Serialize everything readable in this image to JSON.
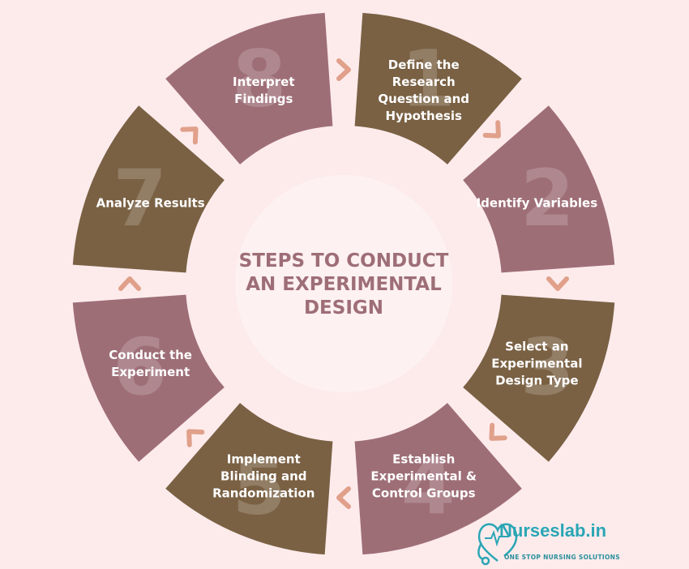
{
  "title": {
    "line1": "STEPS TO CONDUCT",
    "line2": "AN EXPERIMENTAL",
    "line3": "DESIGN"
  },
  "steps": [
    {
      "number": "1",
      "label": "Define the Research Question and Hypothesis",
      "color": "#7a6144"
    },
    {
      "number": "2",
      "label": "Identify Variables",
      "color": "#9e6e77"
    },
    {
      "number": "3",
      "label": "Select an Experimental Design Type",
      "color": "#7a6144"
    },
    {
      "number": "4",
      "label": "Establish Experimental & Control Groups",
      "color": "#9e6e77"
    },
    {
      "number": "5",
      "label": "Implement Blinding and Randomization",
      "color": "#7a6144"
    },
    {
      "number": "6",
      "label": "Conduct the Experiment",
      "color": "#9e6e77"
    },
    {
      "number": "7",
      "label": "Analyze Results",
      "color": "#7a6144"
    },
    {
      "number": "8",
      "label": "Interpret Findings",
      "color": "#9e6e77"
    }
  ],
  "colors": {
    "background": "#fdebec",
    "center": "#fdf1f1",
    "arrow": "#e0a08a",
    "title": "#9e6e77",
    "brand": "#2aa6b5"
  },
  "logo": {
    "name": "Nurseslab.in",
    "tagline": "ONE STOP NURSING SOLUTIONS"
  }
}
